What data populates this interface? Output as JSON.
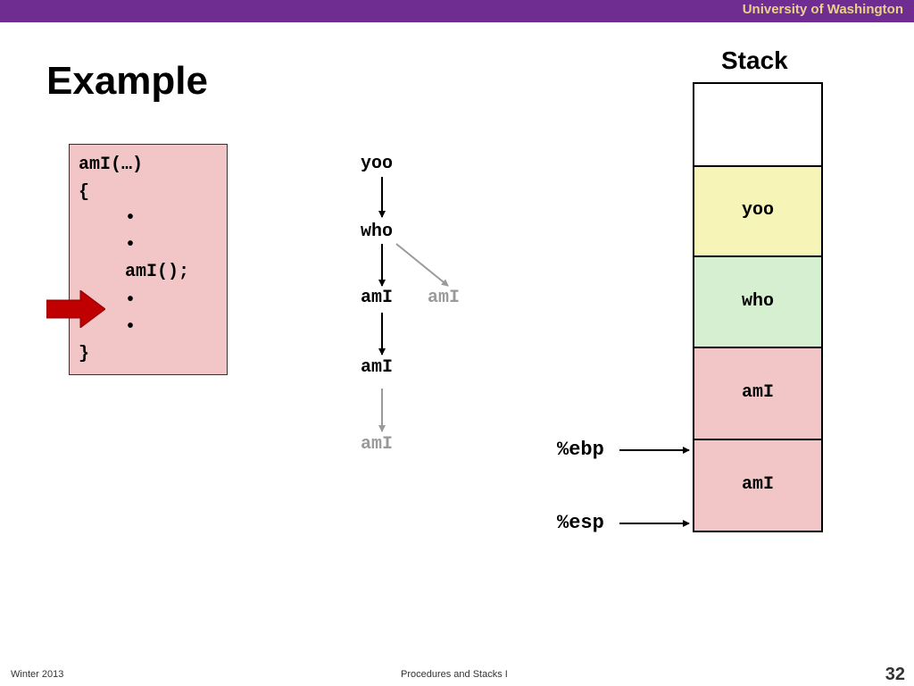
{
  "header": {
    "university": "University of Washington"
  },
  "slide": {
    "title": "Example"
  },
  "code": {
    "lines": [
      "amI(…)",
      "{",
      "•",
      "•",
      "amI();",
      "•",
      "•",
      "}"
    ]
  },
  "call_tree": {
    "nodes": [
      "yoo",
      "who",
      "amI",
      "amI",
      "amI",
      "amI"
    ],
    "colors": {
      "active": "#000000",
      "inactive": "#9a9a9a"
    }
  },
  "stack": {
    "title": "Stack",
    "cells": [
      {
        "label": "",
        "color": "#ffffff"
      },
      {
        "label": "yoo",
        "color": "#f7f4b8"
      },
      {
        "label": "who",
        "color": "#d7efd1"
      },
      {
        "label": "amI",
        "color": "#f2c6c6"
      },
      {
        "label": "amI",
        "color": "#f2c6c6"
      }
    ],
    "registers": {
      "ebp": "%ebp",
      "esp": "%esp"
    }
  },
  "colors": {
    "header_bar": "#6f2c91",
    "header_text": "#e8d28a",
    "code_box": "#f2c6c6",
    "pointer_arrow": "#c00000"
  },
  "footer": {
    "term": "Winter 2013",
    "lecture": "Procedures and Stacks I",
    "page": "32"
  }
}
